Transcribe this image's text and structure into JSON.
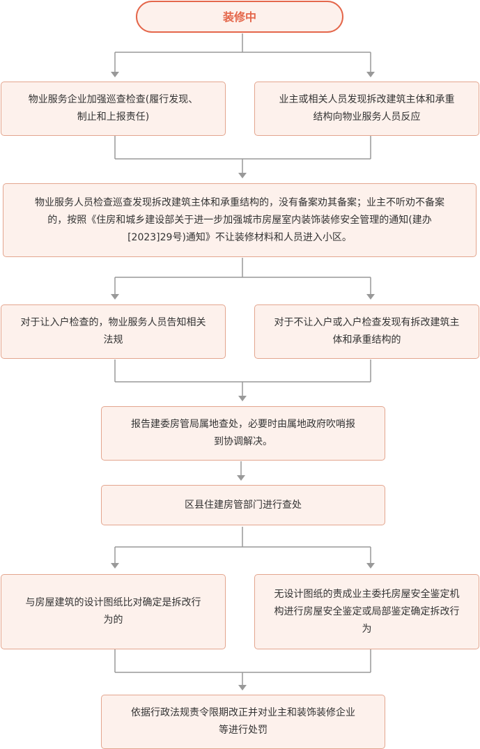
{
  "nodes": {
    "start": "装修中",
    "n1a": "物业服务企业加强巡查检查(履行发现、制止和上报责任)",
    "n1b": "业主或相关人员发现拆改建筑主体和承重结构向物业服务人员反应",
    "n2": "物业服务人员检查巡查发现拆改建筑主体和承重结构的，没有备案劝其备案；业主不听劝不备案的，按照《住房和城乡建设部关于进一步加强城市房屋室内装饰装修安全管理的通知(建办[2023]29号)通知》不让装修材料和人员进入小区。",
    "n3a": "对于让入户检查的，物业服务人员告知相关法规",
    "n3b": "对于不让入户或入户检查发现有拆改建筑主体和承重结构的",
    "n4": "报告建委房管局属地查处，必要时由属地政府吹哨报到协调解决。",
    "n5": "区县住建房管部门进行查处",
    "n6a": "与房屋建筑的设计图纸比对确定是拆改行为的",
    "n6b": "无设计图纸的责成业主委托房屋安全鉴定机构进行房屋安全鉴定或局部鉴定确定拆改行为",
    "n7": "依据行政法规责令限期改正并对业主和装饰装修企业等进行处罚"
  },
  "colors": {
    "accent": "#e4664a",
    "box_fill": "#fdf1ec",
    "box_border": "#e3a58e",
    "connector": "#999999"
  }
}
